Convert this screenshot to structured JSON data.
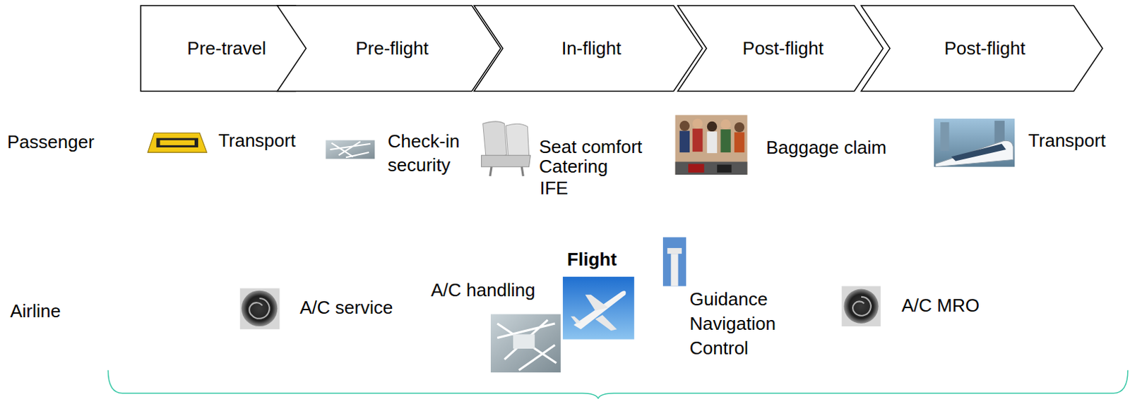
{
  "diagram": {
    "nodes": [
      {
        "text": [
          "Pre-travel"
        ]
      },
      {
        "text": [
          "Pre-flight"
        ]
      },
      {
        "text": [
          "In-flight"
        ]
      },
      {
        "text": [
          "Post-flight"
        ]
      },
      {
        "text": [
          "Post-flight"
        ]
      }
    ],
    "labels": [
      "Passenger",
      "Transport",
      "Check-in security",
      "Seat comfort",
      "Catering",
      "IFE",
      "Baggage claim",
      "Transport",
      "Airline",
      "A/C service",
      "A/C handling",
      "Flight",
      "Guidance",
      "Navigation",
      "Control",
      "A/C MRO"
    ]
  }
}
